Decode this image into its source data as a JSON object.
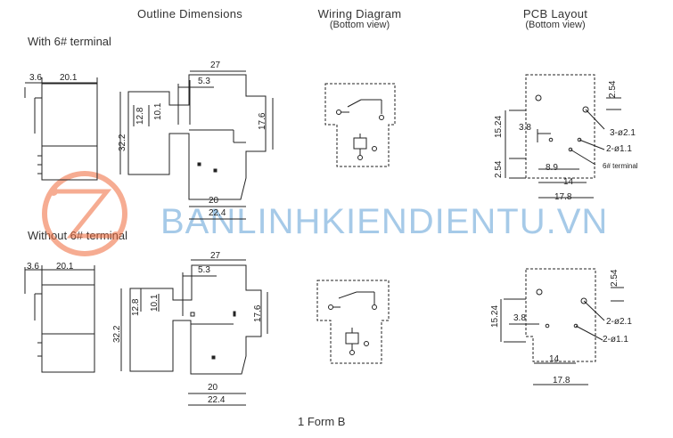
{
  "headers": {
    "outline": "Outline Dimensions",
    "wiring": "Wiring Diagram",
    "wiring_sub": "(Bottom view)",
    "pcb": "PCB Layout",
    "pcb_sub": "(Bottom view)"
  },
  "sections": {
    "with6": "With 6# terminal",
    "without6": "Without 6# terminal"
  },
  "watermark": "BANLINHKIENDIENTU.VN",
  "footer": "1 Form B",
  "dims": {
    "d36": "3.6",
    "d201": "20.1",
    "d27": "27",
    "d53": "5.3",
    "d128": "12.8",
    "d101": "10.1",
    "d322": "32.2",
    "d176": "17.6",
    "d20": "20",
    "d224": "22.4",
    "p254": "2.54",
    "p1524": "15.24",
    "p38": "3.8",
    "p89": "8.9",
    "p14": "14",
    "p178": "17.8",
    "p3d21": "3-ø2.1",
    "p2d11": "2-ø1.1",
    "p2d21": "2-ø2.1",
    "p6term": "6# terminal"
  },
  "colors": {
    "line": "#222222",
    "watermark": "#6aa7d8",
    "logo_orange": "#f06a3a"
  }
}
